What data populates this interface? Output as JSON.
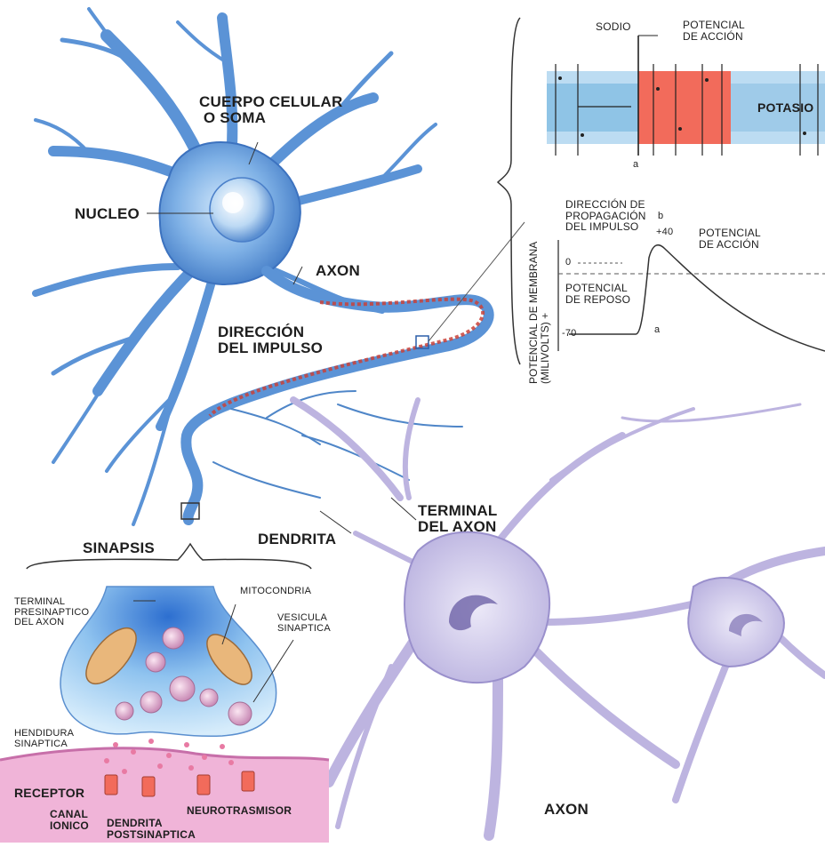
{
  "labels": {
    "cuerpo_celular": "CUERPO CELULAR\n O SOMA",
    "nucleo": "NUCLEO",
    "axon_top": "AXON",
    "direccion_impulso": "DIRECCIÓN\nDEL IMPULSO",
    "sinapsis": "SINAPSIS",
    "dendrita": "DENDRITA",
    "terminal_axon": "TERMINAL\nDEL AXON",
    "axon_bottom": "AXON"
  },
  "membrane_inset": {
    "sodio": "SODIO",
    "potencial_accion": "POTENCIAL\nDE ACCIÓN",
    "potasio": "POTASIO",
    "point_a": "a"
  },
  "potential_graph": {
    "direccion_propagacion": "DIRECCIÓN DE\nPROPAGACIÓN\nDEL IMPULSO",
    "point_b": "b",
    "plus_40": "+40",
    "potencial_accion": "POTENCIAL\nDE ACCIÓN",
    "zero": "0",
    "potencial_reposo": "POTENCIAL\nDE REPOSO",
    "minus_70": "-70",
    "point_a": "a",
    "y_axis": "POTENCIAL DE MEMBRANA\n(MILIVOLTS) +"
  },
  "synapse_inset": {
    "terminal_presinaptico": "TERMINAL\nPRESINAPTICO\nDEL AXON",
    "mitocondria": "MITOCONDRIA",
    "vesicula": "VESICULA\nSINAPTICA",
    "hendidura": "HENDIDURA\nSINAPTICA",
    "receptor": "RECEPTOR",
    "neurotrasmisor": "NEUROTRASMISOR",
    "canal_ionico": "CANAL\nIONICO",
    "dendrita_post": "DENDRITA\nPOSTSINAPTICA"
  },
  "colors": {
    "neuron_blue": "#5b93d6",
    "neuron_blue_light": "#a9d0f0",
    "neuron_purple": "#c9c3e6",
    "sodium_channel": "#f26b5b",
    "membrane_band": "#8fc4e6",
    "postsynaptic_pink": "#f0b4d8",
    "axon_red": "#c9423a"
  }
}
